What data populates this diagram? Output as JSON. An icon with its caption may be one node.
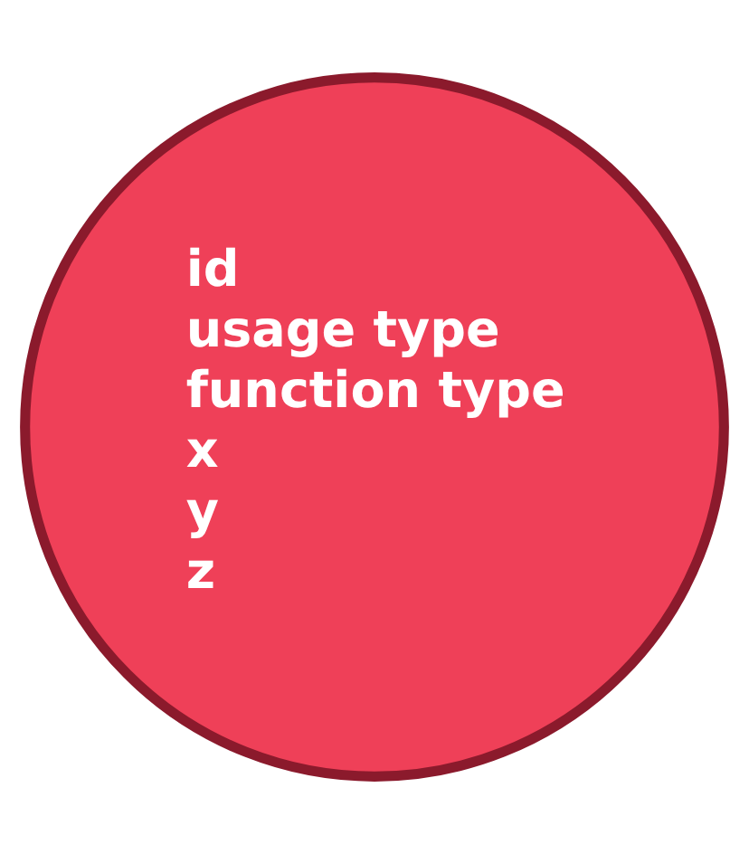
{
  "diagram": {
    "nodes": [
      {
        "text": [
          "id",
          "usage type",
          "function type",
          "x",
          "y",
          "z"
        ]
      }
    ]
  }
}
